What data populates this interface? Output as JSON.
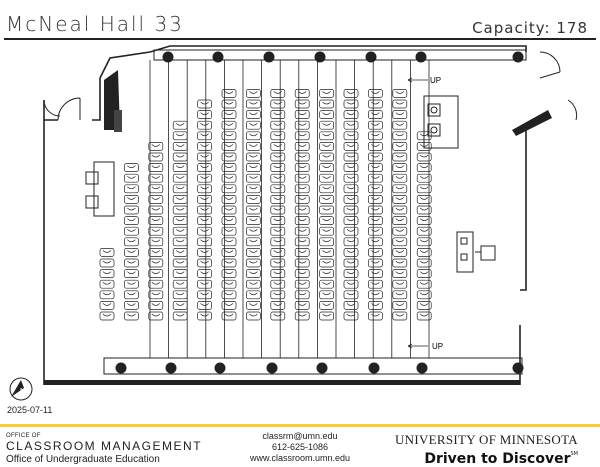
{
  "header": {
    "room_name": "McNeal Hall 33",
    "capacity": "Capacity: 178"
  },
  "plan": {
    "up_label": "UP",
    "seating": {
      "columns": [
        {
          "id": "c1",
          "rows": 7
        },
        {
          "id": "c2",
          "rows": 15
        },
        {
          "id": "c3",
          "rows": 17
        },
        {
          "id": "c4",
          "rows": 19
        },
        {
          "id": "c5",
          "rows": 21
        },
        {
          "id": "c6",
          "rows": 22
        },
        {
          "id": "c7",
          "rows": 22
        },
        {
          "id": "c8",
          "rows": 22
        },
        {
          "id": "c9",
          "rows": 22
        },
        {
          "id": "c10",
          "rows": 22
        },
        {
          "id": "c11",
          "rows": 22
        },
        {
          "id": "c12",
          "rows": 22
        },
        {
          "id": "c13",
          "rows": 22
        },
        {
          "id": "c14",
          "rows": 18
        }
      ]
    }
  },
  "date": "2025-07-11",
  "footer": {
    "office_small": "OFFICE OF",
    "office_name": "CLASSROOM MANAGEMENT",
    "office_sub": "Office of Undergraduate Education",
    "email": "classrm@umn.edu",
    "phone": "612-625-1086",
    "website": "www.classroom.umn.edu",
    "university": "UNIVERSITY OF MINNESOTA",
    "tagline": "Driven to Discover",
    "tagline_mark": "SM"
  },
  "compass": {
    "label": "N"
  }
}
